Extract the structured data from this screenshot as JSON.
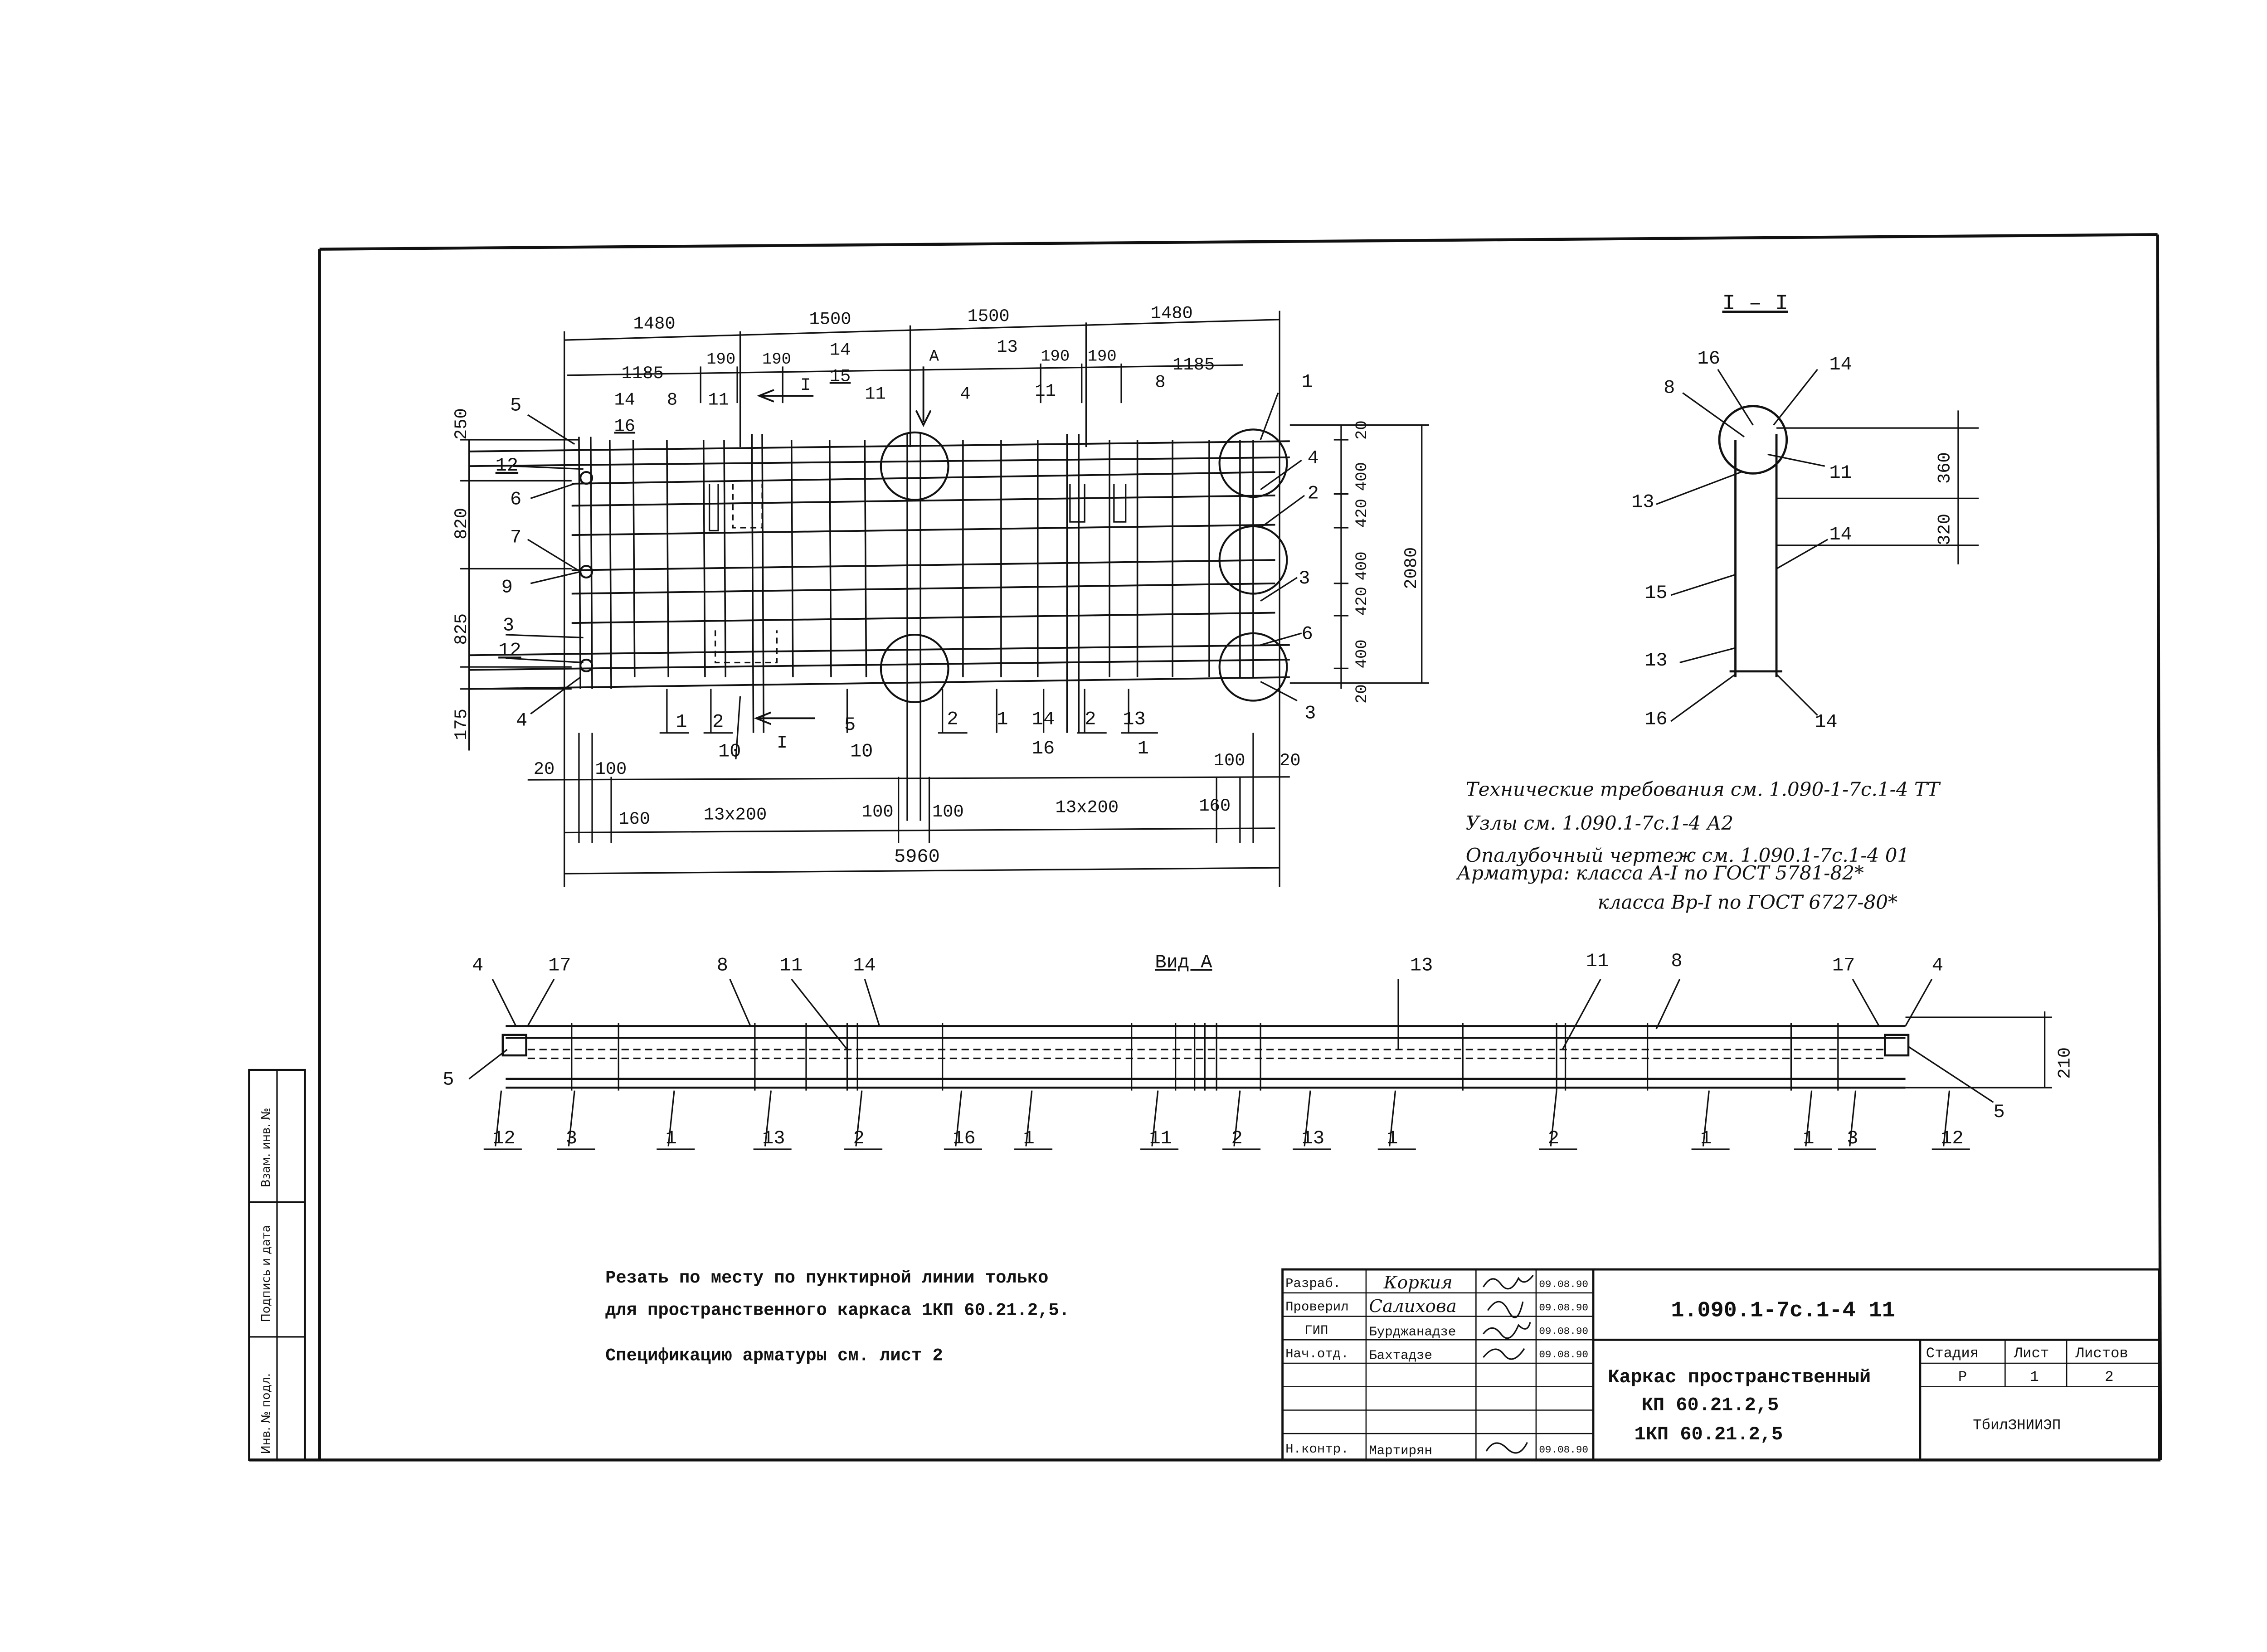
{
  "plan": {
    "dims_top": {
      "d1": "1480",
      "d2": "1500",
      "d3": "1500",
      "d4": "1480"
    },
    "dims_second": {
      "left_1185": "1185",
      "left_190": "190",
      "mid_190": "190",
      "right_190a": "190",
      "right_190b": "190",
      "right_1185": "1185"
    },
    "dims_left": {
      "d250": "250",
      "d820": "820",
      "d825": "825",
      "d175": "175"
    },
    "dims_right": {
      "r20a": "20",
      "r400a": "400",
      "r420a": "420",
      "r400b": "400",
      "r420b": "420",
      "r400c": "400",
      "r20b": "20",
      "total": "2080"
    },
    "dims_bottom": {
      "b20l": "20",
      "b100l": "100",
      "b100r": "100",
      "b20r": "20",
      "b160l": "160",
      "b13x200l": "13x200",
      "b100m1": "100",
      "b100m2": "100",
      "b13x200r": "13x200",
      "b160r": "160",
      "total": "5960"
    },
    "callouts": {
      "c5": "5",
      "c12a": "12",
      "c6": "6",
      "c7": "7",
      "c9": "9",
      "c3": "3",
      "c12b": "12",
      "c4": "4",
      "c14a": "14",
      "c16a": "16",
      "c8a": "8",
      "c11a": "11",
      "c15": "15",
      "c14b": "14",
      "c11b": "11",
      "c4top": "4",
      "c13top": "13",
      "c11c": "11",
      "c8b": "8",
      "cIright": "1",
      "c4r": "4",
      "c2r": "2",
      "c3r": "3",
      "c6r": "6",
      "c3rb": "3",
      "b1a": "1",
      "b2a": "2",
      "b10a": "10",
      "b5": "5",
      "b10b": "10",
      "b2b": "2",
      "b1b": "1",
      "b14": "14",
      "b16": "16",
      "b2c": "2",
      "b13": "13",
      "b1c": "1"
    },
    "section_marks": {
      "top_i": "I",
      "bottom_i": "I",
      "arrow_a": "A"
    }
  },
  "section": {
    "title": "I – I",
    "labels": {
      "s16": "16",
      "s8": "8",
      "s14a": "14",
      "s11": "11",
      "s13a": "13",
      "s14b": "14",
      "s15": "15",
      "s13b": "13",
      "s16b": "16",
      "s14c": "14"
    },
    "dims": {
      "d360": "360",
      "d320": "320"
    }
  },
  "notes": [
    "Технические требования см. 1.090-1-7с.1-4 ТТ",
    "Узлы см. 1.090.1-7с.1-4 А2",
    "Опалубочный чертеж см. 1.090.1-7с.1-4 01",
    "Арматура: класса А-I по ГОСТ 5781-82*",
    "класса Вр-I по ГОСТ 6727-80*"
  ],
  "view_a": {
    "title": "Вид А",
    "top_labels": {
      "t4l": "4",
      "t17l": "17",
      "t8a": "8",
      "t11a": "11",
      "t14": "14",
      "t13": "13",
      "t11b": "11",
      "t8b": "8",
      "t17r": "17",
      "t4r": "4"
    },
    "bottom_labels": [
      "12",
      "3",
      "1",
      "13",
      "2",
      "16",
      "1",
      "11",
      "2",
      "13",
      "1",
      "2",
      "1",
      "1",
      "3",
      "12"
    ],
    "side_labels": {
      "l5": "5",
      "r5": "5"
    },
    "dim": "210"
  },
  "cut_note": [
    "Резать по месту по пунктирной линии только",
    "для пространственного каркаса 1КП 60.21.2,5."
  ],
  "spec_note": "Спецификацию арматуры см. лист 2",
  "stamp": {
    "roles": [
      "Разраб.",
      "Проверил",
      "ГИП",
      "Нач.отд.",
      "",
      "",
      "Н.контр."
    ],
    "names": [
      "Коркия",
      "Салихова",
      "Бурджанадзе",
      "Бахтадзе",
      "",
      "",
      "Мартирян"
    ],
    "dates": [
      "09.08.90",
      "09.08.90",
      "09.08.90",
      "09.08.90",
      "",
      "",
      "09.08.90"
    ],
    "code": "1.090.1-7с.1-4 11",
    "title_lines": [
      "Каркас пространственный",
      "КП 60.21.2,5",
      "1КП 60.21.2,5"
    ],
    "stage_hdr": "Стадия",
    "sheet_hdr": "Лист",
    "sheets_hdr": "Листов",
    "stage": "Р",
    "sheet": "1",
    "sheets": "2",
    "org": "ТбилЗНИИЭП"
  },
  "side_strip": [
    "Взам. инв. №",
    "Подпись и дата",
    "Инв. № подл."
  ]
}
